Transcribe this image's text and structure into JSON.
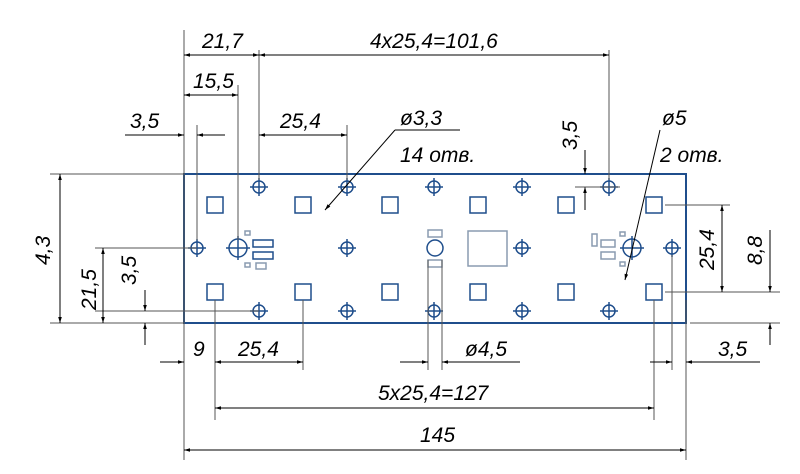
{
  "drawing": {
    "colors": {
      "board": "#1f4e8c",
      "dimension": "#000000",
      "pad": "#8a9bb0"
    },
    "dimensions": {
      "top_offset": "21,7",
      "top_pitch_total": "4x25,4=101,6",
      "inner_offset": "15,5",
      "left_margin_top": "3,5",
      "pitch_top": "25,4",
      "hole_small_dia": "ø3,3",
      "hole_small_count": "14 отв.",
      "right_vertical_margin": "3,5",
      "hole_large_dia": "ø5",
      "hole_large_count": "2 отв.",
      "overall_height": "4,3",
      "left_height": "21,5",
      "left_small": "3,5",
      "right_pitch": "25,4",
      "right_height": "8,8",
      "bottom_offset": "9",
      "bottom_pitch": "25,4",
      "center_hole_dia": "ø4,5",
      "right_margin_bottom": "3,5",
      "bottom_pitch_total": "5x25,4=127",
      "overall_length": "145"
    }
  }
}
